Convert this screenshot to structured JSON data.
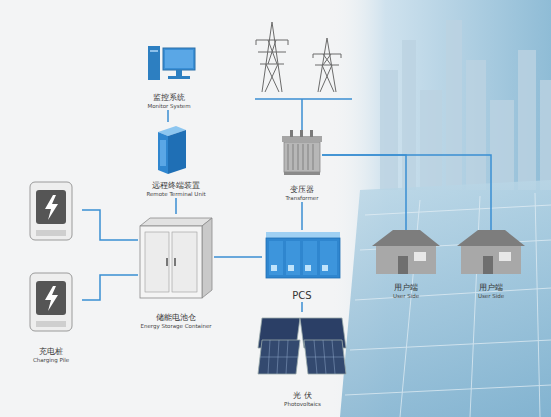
{
  "diagram": {
    "nodes": [
      {
        "text": [
          "监控系统",
          "Monitor System"
        ]
      },
      {
        "text": [
          "远程终端装置",
          "Remote Terminal Unit"
        ]
      },
      {
        "text": [
          "变压器",
          "Transformer"
        ]
      },
      {
        "text": [
          "充电桩",
          "Charging Pile"
        ]
      },
      {
        "text": [
          "储能电池仓",
          "Energy Storage Container"
        ]
      },
      {
        "text": [
          "PCS"
        ]
      },
      {
        "text": [
          "用户端",
          "User Side"
        ]
      },
      {
        "text": [
          "用户端",
          "User Side"
        ]
      },
      {
        "text": [
          "光 伏",
          "Photovoltaics"
        ]
      }
    ],
    "edges": [
      {
        "from": 0,
        "to": 1,
        "arrow": "none"
      },
      {
        "from": 1,
        "to": 4,
        "arrow": "none"
      },
      {
        "from": 3,
        "to": 4,
        "arrow": "none"
      },
      {
        "from": 4,
        "to": 5,
        "arrow": "none"
      },
      {
        "from": 5,
        "to": 2,
        "arrow": "none"
      },
      {
        "from": 5,
        "to": 8,
        "arrow": "none"
      },
      {
        "from": 2,
        "to": 6,
        "arrow": "none"
      },
      {
        "from": 2,
        "to": 7,
        "arrow": "none"
      }
    ]
  }
}
